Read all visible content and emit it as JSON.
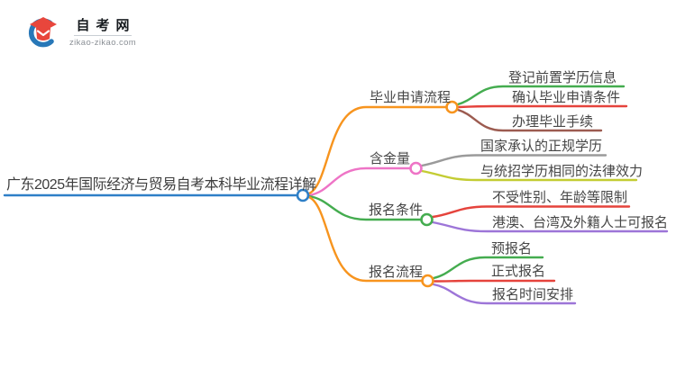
{
  "logo": {
    "site_name": "自考网",
    "site_url": "zikao-zikao.com",
    "icon": "graduation-cap-icon",
    "icon_colors": {
      "swoosh_blue": "#2878b8",
      "cap_red": "#e8463c"
    }
  },
  "mindmap": {
    "root": {
      "label": "广东2025年国际经济与贸易自考本科毕业流程详解",
      "color": "#2e7fc7"
    },
    "branches": [
      {
        "label": "毕业申请流程",
        "color": "#f7941e",
        "children": [
          {
            "label": "登记前置学历信息",
            "color": "#44ac4f"
          },
          {
            "label": "确认毕业申请条件",
            "color": "#e5433c"
          },
          {
            "label": "办理毕业手续",
            "color": "#9c5b50"
          }
        ]
      },
      {
        "label": "含金量",
        "color": "#ee74c6",
        "children": [
          {
            "label": "国家承认的正规学历",
            "color": "#9a9a9a"
          },
          {
            "label": "与统招学历相同的法律效力",
            "color": "#c3cc33"
          }
        ]
      },
      {
        "label": "报名条件",
        "color": "#44ac4f",
        "children": [
          {
            "label": "不受性别、年龄等限制",
            "color": "#e5433c"
          },
          {
            "label": "港澳、台湾及外籍人士可报名",
            "color": "#9d75d8"
          }
        ]
      },
      {
        "label": "报名流程",
        "color": "#f7941e",
        "children": [
          {
            "label": "预报名",
            "color": "#44ac4f"
          },
          {
            "label": "正式报名",
            "color": "#e5433c"
          },
          {
            "label": "报名时间安排",
            "color": "#9d75d8"
          }
        ]
      }
    ]
  }
}
